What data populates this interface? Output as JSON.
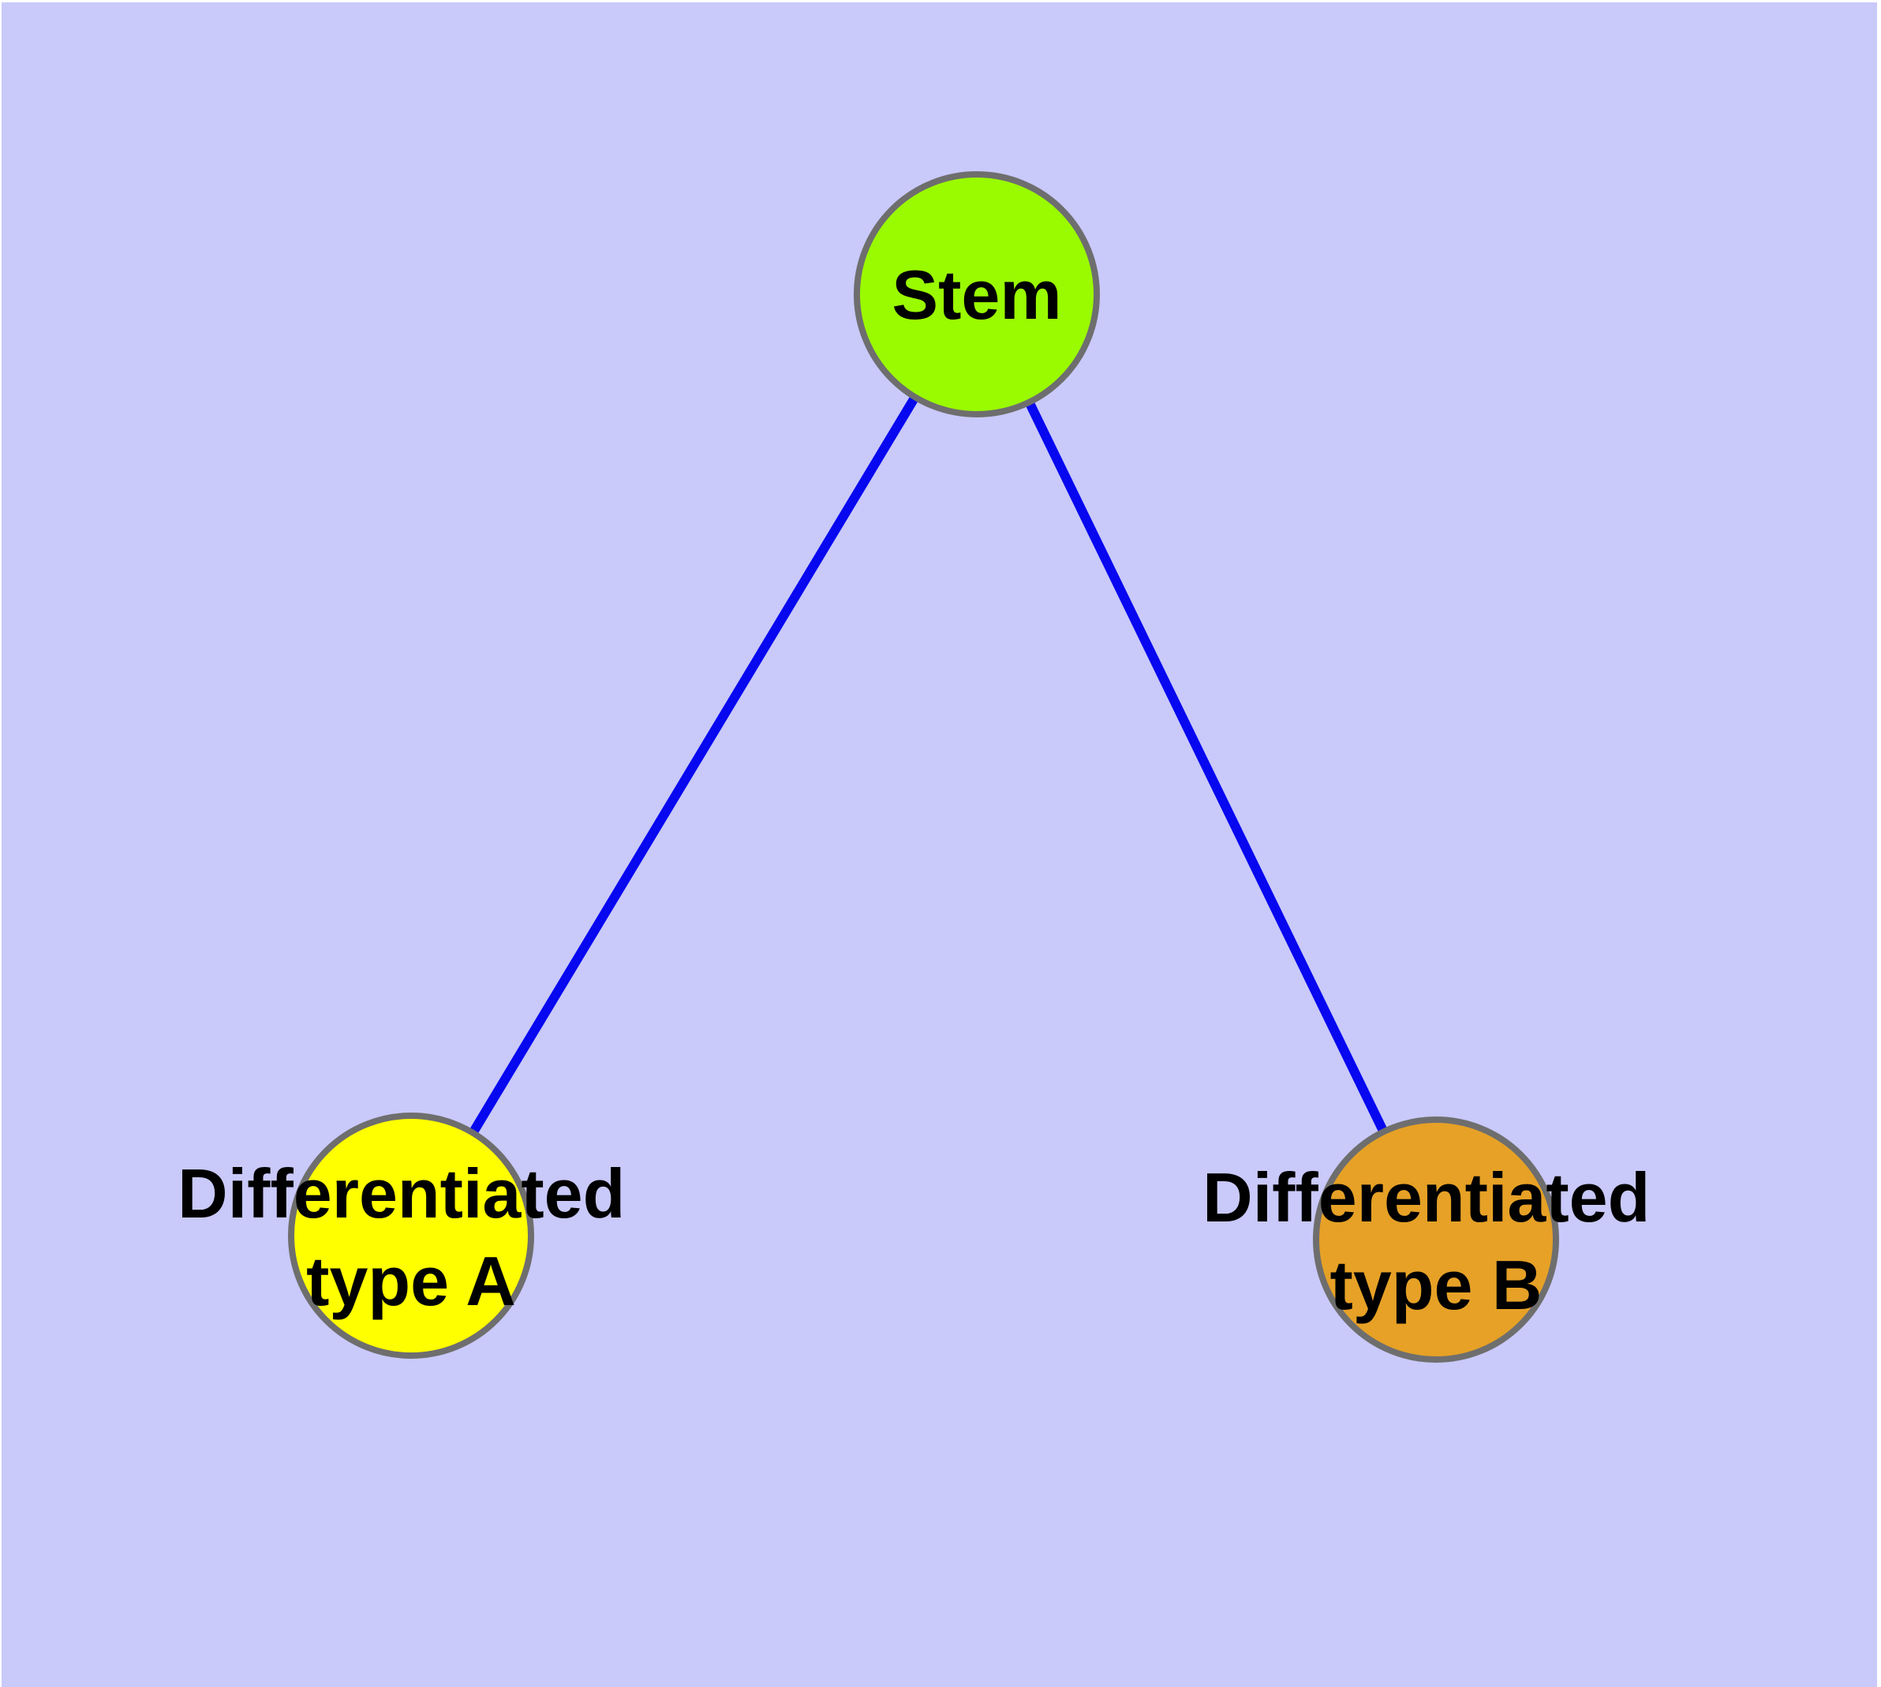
{
  "canvas": {
    "background": "#C9C9FA",
    "frame": "#FFFFFF"
  },
  "graph": {
    "label_color": "#000000",
    "nodes": [
      {
        "id": "stem",
        "label": "Stem",
        "fill": "#9AFB00",
        "stroke": "#6E6E6E"
      },
      {
        "id": "type-a",
        "label_line1": "Differentiated",
        "label_line2": "type A",
        "fill": "#FFFF00",
        "stroke": "#6E6E6E"
      },
      {
        "id": "type-b",
        "label_line1": "Differentiated",
        "label_line2": "type B",
        "fill": "#E6A126",
        "stroke": "#6E6E6E"
      }
    ],
    "edges": [
      {
        "from": "stem",
        "to": "type-a",
        "color": "#0707F0"
      },
      {
        "from": "stem",
        "to": "type-b",
        "color": "#0707F0"
      }
    ]
  }
}
